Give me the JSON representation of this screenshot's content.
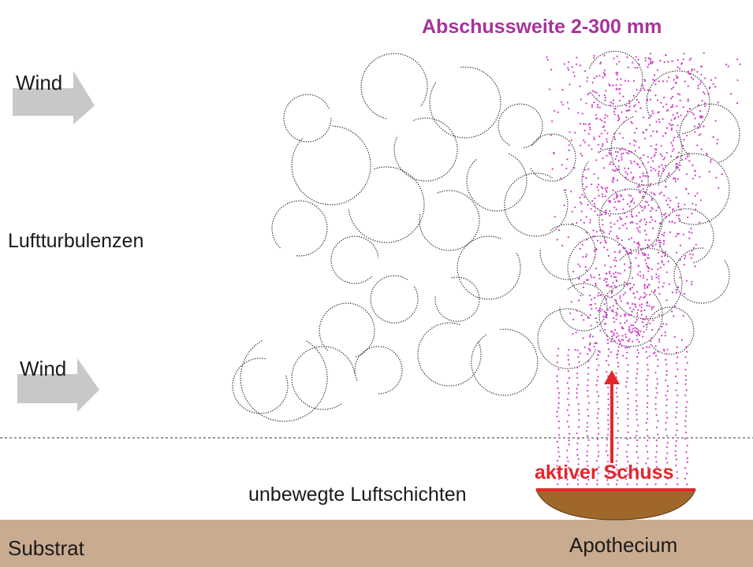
{
  "title": "Abschussweite 2-300 mm",
  "labels": {
    "wind_top": "Wind",
    "wind_bottom": "Wind",
    "turbulence": "Luftturbulenzen",
    "still_layers": "unbewegte Luftschichten",
    "active_shot": "aktiver Schuss",
    "substrate": "Substrat",
    "apothecium": "Apothecium"
  },
  "colors": {
    "title": "#a8329a",
    "spores": "#d03cc8",
    "shot": "#e3262a",
    "substrate": "#c9ab8f",
    "apothecium": "#a0672a",
    "wind_arrow": "#c8c8c8",
    "eddy": "#222222"
  },
  "icons": [
    "wind-arrow-icon",
    "wind-arrow-icon",
    "shot-arrow-icon"
  ]
}
